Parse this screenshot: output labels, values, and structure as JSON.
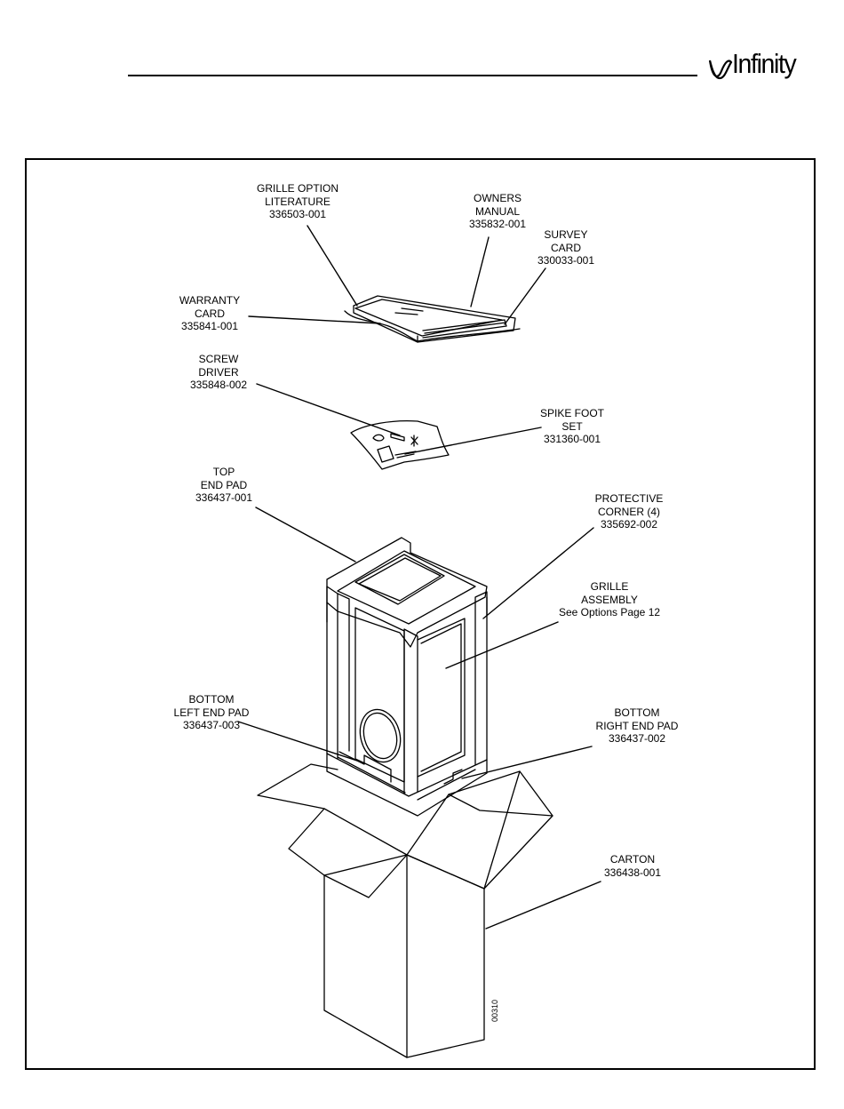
{
  "brand": {
    "name": "Infinity"
  },
  "drawing_id": "00310",
  "callouts": {
    "grille_option_literature": {
      "line1": "GRILLE OPTION",
      "line2": "LITERATURE",
      "part": "336503-001"
    },
    "owners_manual": {
      "line1": "OWNERS",
      "line2": "MANUAL",
      "part": "335832-001"
    },
    "survey_card": {
      "line1": "SURVEY",
      "line2": "CARD",
      "part": "330033-001"
    },
    "warranty_card": {
      "line1": "WARRANTY",
      "line2": "CARD",
      "part": "335841-001"
    },
    "screw_driver": {
      "line1": "SCREW",
      "line2": "DRIVER",
      "part": "335848-002"
    },
    "spike_foot_set": {
      "line1": "SPIKE FOOT",
      "line2": "SET",
      "part": "331360-001"
    },
    "top_end_pad": {
      "line1": "TOP",
      "line2": "END PAD",
      "part": "336437-001"
    },
    "protective_corner": {
      "line1": "PROTECTIVE",
      "line2": "CORNER (4)",
      "part": "335692-002"
    },
    "grille_assembly": {
      "line1": "GRILLE",
      "line2": "ASSEMBLY",
      "part": "See Options Page 12"
    },
    "bottom_left_end_pad": {
      "line1": "BOTTOM",
      "line2": "LEFT END PAD",
      "part": "336437-003"
    },
    "bottom_right_end_pad": {
      "line1": "BOTTOM",
      "line2": "RIGHT END PAD",
      "part": "336437-002"
    },
    "carton": {
      "line1": "CARTON",
      "line2": "",
      "part": "336438-001"
    }
  }
}
